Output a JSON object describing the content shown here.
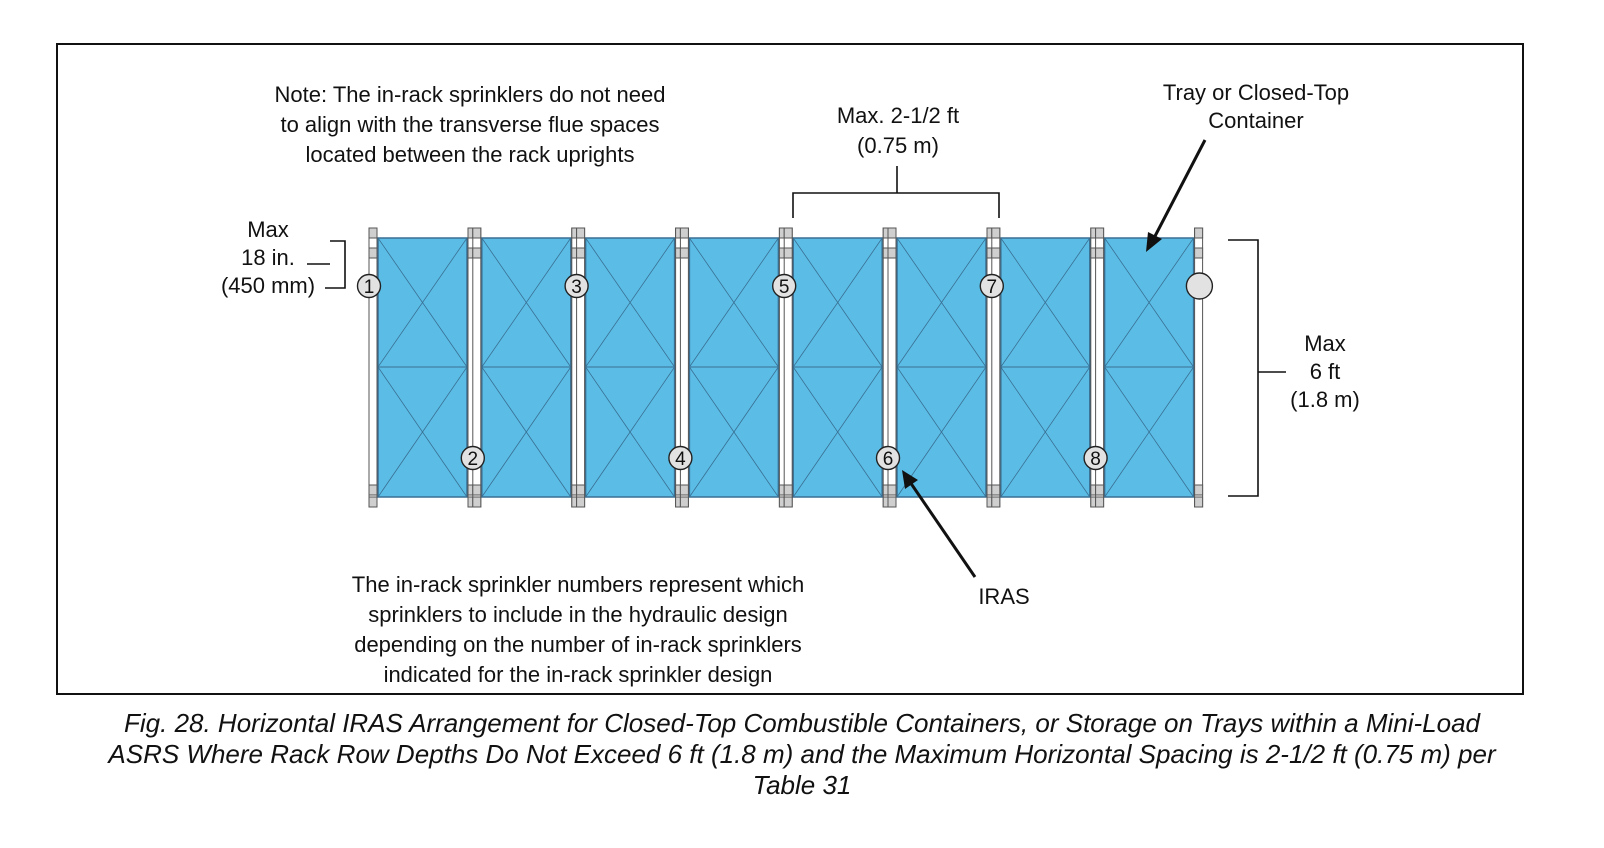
{
  "note_top": [
    "Note: The in-rack sprinklers do not need",
    "to align with the transverse flue spaces",
    "located between the rack uprights"
  ],
  "spacing_label": [
    "Max. 2-1/2 ft",
    "(0.75 m)"
  ],
  "tray_label": [
    "Tray or Closed-Top",
    "Container"
  ],
  "vertical_label": [
    "Max",
    "18 in.",
    "(450 mm)"
  ],
  "depth_label": [
    "Max",
    "6 ft",
    "(1.8 m)"
  ],
  "iras_label": "IRAS",
  "note_bottom": [
    "The in-rack sprinkler numbers represent which",
    "sprinklers to include in the hydraulic design",
    "depending on the number of in-rack sprinklers",
    "indicated for the in-rack sprinkler design"
  ],
  "sprinklers": [
    {
      "label": "1",
      "row": "top"
    },
    {
      "label": "2",
      "row": "bottom"
    },
    {
      "label": "3",
      "row": "top"
    },
    {
      "label": "4",
      "row": "bottom"
    },
    {
      "label": "5",
      "row": "top"
    },
    {
      "label": "6",
      "row": "bottom"
    },
    {
      "label": "7",
      "row": "top"
    },
    {
      "label": "8",
      "row": "bottom"
    },
    {
      "label": "",
      "row": "top"
    }
  ],
  "colors": {
    "container_fill": "#5bbde6",
    "container_line": "#3a6f93",
    "sprinkler_fill": "#e2e2e2"
  },
  "caption": [
    "Fig. 28. Horizontal IRAS Arrangement for Closed-Top Combustible Containers, or Storage on Trays within a Mini-Load",
    "ASRS Where Rack Row Depths Do Not Exceed 6 ft (1.8 m) and the Maximum Horizontal Spacing is 2-1/2 ft (0.75 m) per",
    "Table 31"
  ]
}
